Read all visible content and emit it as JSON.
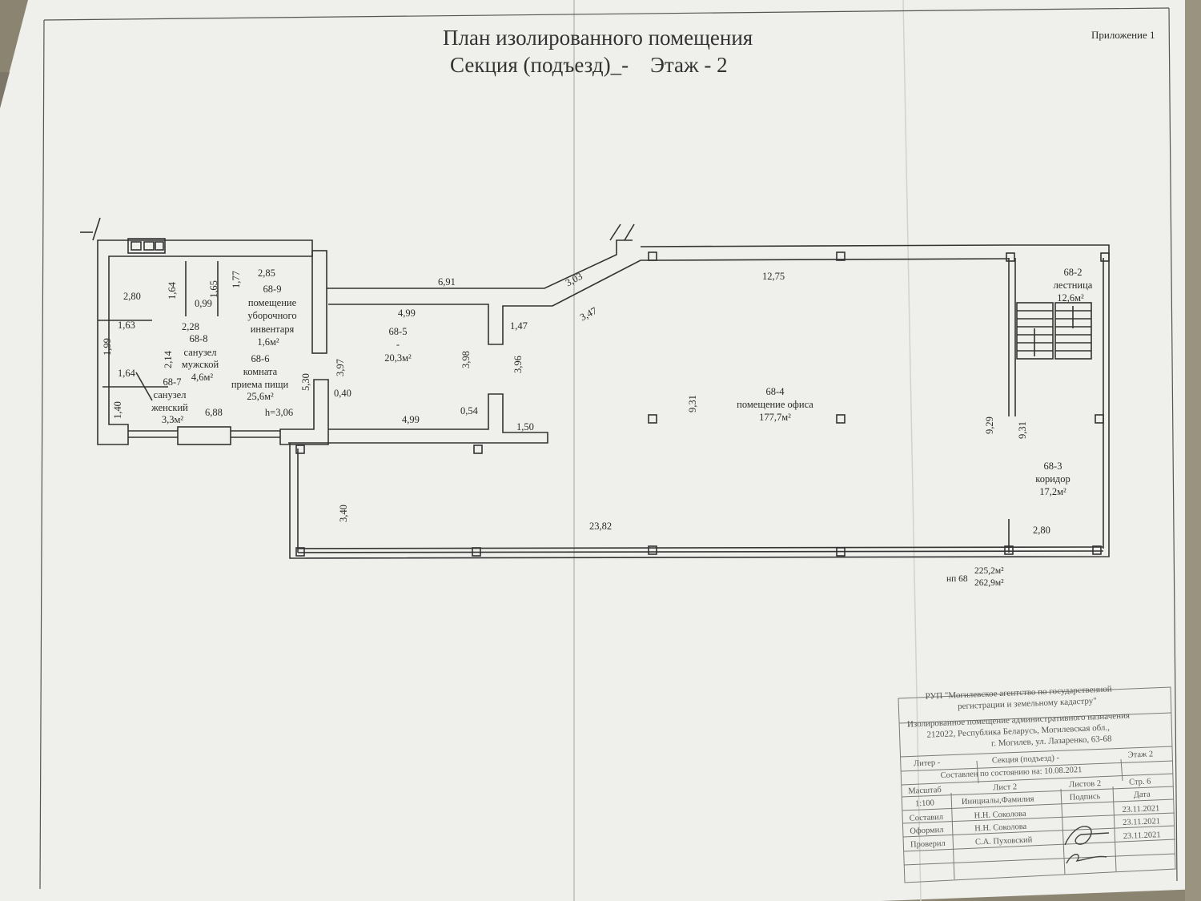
{
  "header": {
    "title_line1": "План изолированного помещения",
    "title_line2": "Секция (подъезд)_-    Этаж - 2",
    "appendix": "Приложение 1"
  },
  "rooms": {
    "r2": {
      "id": "68-2",
      "name": "лестница",
      "area": "12,6м²"
    },
    "r3": {
      "id": "68-3",
      "name": "коридор",
      "area": "17,2м²"
    },
    "r4": {
      "id": "68-4",
      "name": "помещение офиса",
      "area": "177,7м²"
    },
    "r5": {
      "id": "68-5",
      "name": "-",
      "area": "20,3м²"
    },
    "r6": {
      "id": "68-6",
      "name1": "комната",
      "name2": "приема пищи",
      "area": "25,6м²",
      "height": "h=3,06"
    },
    "r7": {
      "id": "68-7",
      "name1": "санузел",
      "name2": "женский",
      "area": "3,3м²"
    },
    "r8": {
      "id": "68-8",
      "name1": "санузел",
      "name2": "мужской",
      "area": "4,6м²"
    },
    "r9": {
      "id": "68-9",
      "name1": "помещение",
      "name2": "уборочного",
      "name3": "инвентаря",
      "area": "1,6м²"
    }
  },
  "dims": {
    "d2_85": "2,85",
    "d1_64a": "1,64",
    "d1_65": "1,65",
    "d1_77": "1,77",
    "d0_99": "0,99",
    "d2_80a": "2,80",
    "d1_63": "1,63",
    "d2_28": "2,28",
    "d2_14": "2,14",
    "d1_99": "1,99",
    "d1_64b": "1,64",
    "d1_40": "1,40",
    "d6_88": "6,88",
    "d5_30": "5,30",
    "d3_97": "3,97",
    "d0_40": "0,40",
    "d6_91": "6,91",
    "d3_03": "3,03",
    "d3_47": "3,47",
    "d4_99a": "4,99",
    "d1_47": "1,47",
    "d3_98": "3,98",
    "d3_96": "3,96",
    "d4_99b": "4,99",
    "d0_54": "0,54",
    "d1_50": "1,50",
    "d12_75": "12,75",
    "d9_31a": "9,31",
    "d9_29": "9,29",
    "d9_31b": "9,31",
    "d3_40": "3,40",
    "d23_82": "23,82",
    "d2_80b": "2,80"
  },
  "totals": {
    "prefix": "нп 68",
    "area1": "225,2м²",
    "area2": "262,9м²"
  },
  "stamp": {
    "org1": "РУП \"Могилевское агентство по государственной",
    "org2": "регистрации и земельному кадастру\"",
    "obj1": "Изолированное помещение административного назначения",
    "obj2": "212022, Республика Беларусь, Могилевская обл.,",
    "obj3": "г. Могилев, ул. Лазаренко, 63-68",
    "liter": "Литер -",
    "section": "Секция (подъезд) -",
    "floor": "Этаж 2",
    "state": "Составлен по состоянию на: 10.08.2021",
    "scale_h": "Масштаб",
    "sheet": "Лист 2",
    "sheets": "Листов 2",
    "page": "Стр. 6",
    "scale": "1:100",
    "initials": "Инициалы,Фамилия",
    "sign": "Подпись",
    "date_h": "Дата",
    "role1": "Составил",
    "role2": "Оформил",
    "role3": "Проверил",
    "name1": "Н.Н. Соколова",
    "name2": "Н.Н. Соколова",
    "name3": "С.А. Пуховский",
    "date1": "23.11.2021",
    "date2": "23.11.2021",
    "date3": "23.11.2021"
  }
}
